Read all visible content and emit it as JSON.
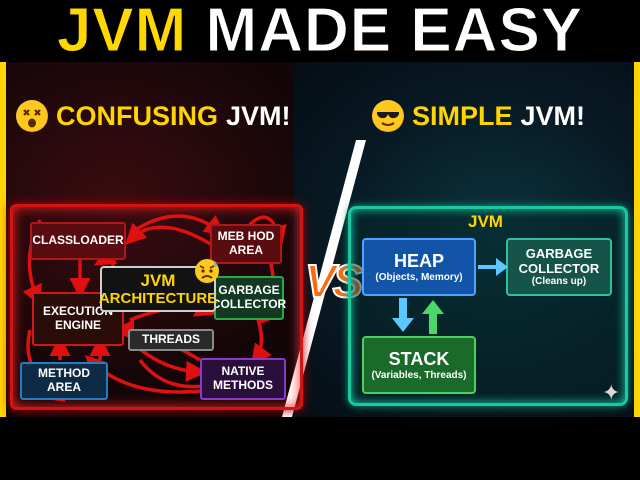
{
  "title": {
    "part1": "JVM",
    "part2": "MADE EASY"
  },
  "left": {
    "subtitle_highlight": "CONFUSING",
    "subtitle_rest": "JVM!",
    "emoji_icon": "dizzy-face-icon",
    "nodes": {
      "classloader": "CLASSLOADER",
      "method_area_top": [
        "MEB HOD",
        "AREA"
      ],
      "center": [
        "JVM",
        "ARCHITECTURE"
      ],
      "gc": [
        "GARBAGE",
        "COLLECTOR"
      ],
      "execution": [
        "EXECUTION",
        "ENGINE"
      ],
      "threads": "THREADS",
      "method_area_bottom": [
        "METHOD",
        "AREA"
      ],
      "native": [
        "NATIVE",
        "METHODS"
      ]
    },
    "worried_icon": "anxious-face-icon"
  },
  "vs": "VS",
  "right": {
    "subtitle_highlight": "SIMPLE",
    "subtitle_rest": "JVM!",
    "emoji_icon": "sunglasses-face-icon",
    "jvm_label": "JVM",
    "heap": {
      "title": "HEAP",
      "sub": "(Objects, Memory)"
    },
    "gc": {
      "title": [
        "GARBAGE",
        "COLLECTOR"
      ],
      "sub": "(Cleans up)"
    },
    "stack": {
      "title": "STACK",
      "sub": "(Variables, Threads)"
    },
    "sparkle_icon": "sparkle-icon"
  },
  "colors": {
    "accent_yellow": "#ffd400",
    "danger_red": "#d21414",
    "calm_teal": "#18c9a0"
  }
}
